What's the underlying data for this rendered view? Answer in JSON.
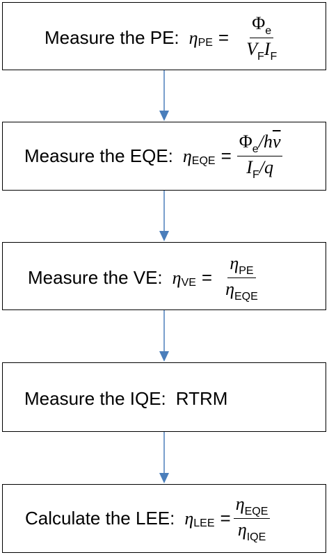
{
  "steps": [
    {
      "label": "Measure the PE:",
      "symbol": "η",
      "subscript": "PE",
      "equals": "=",
      "numerator": {
        "sym": "Φ",
        "sub": "e"
      },
      "denominator": {
        "a": "V",
        "a_sub": "F",
        "b": "I",
        "b_sub": "F"
      }
    },
    {
      "label": "Measure the EQE:",
      "symbol": "η",
      "subscript": "EQE",
      "equals": "=",
      "numerator": {
        "sym": "Φ",
        "sub": "e",
        "rest": "/h",
        "nu": "ν"
      },
      "denominator": {
        "a": "I",
        "a_sub": "F",
        "rest": "/q"
      }
    },
    {
      "label": "Measure the VE:",
      "symbol": "η",
      "subscript": "VE",
      "equals": "=",
      "numerator": {
        "sym": "η",
        "sub": "PE"
      },
      "denominator": {
        "sym": "η",
        "sub": "EQE"
      }
    },
    {
      "label": "Measure the IQE:",
      "method": "RTRM"
    },
    {
      "label": "Calculate the LEE:",
      "symbol": "η",
      "subscript": "LEE",
      "equals": "=",
      "numerator": {
        "sym": "η",
        "sub": "EQE"
      },
      "denominator": {
        "sym": "η",
        "sub": "IQE"
      }
    }
  ],
  "colors": {
    "arrow": "#4a7ebb",
    "border": "#000000"
  }
}
